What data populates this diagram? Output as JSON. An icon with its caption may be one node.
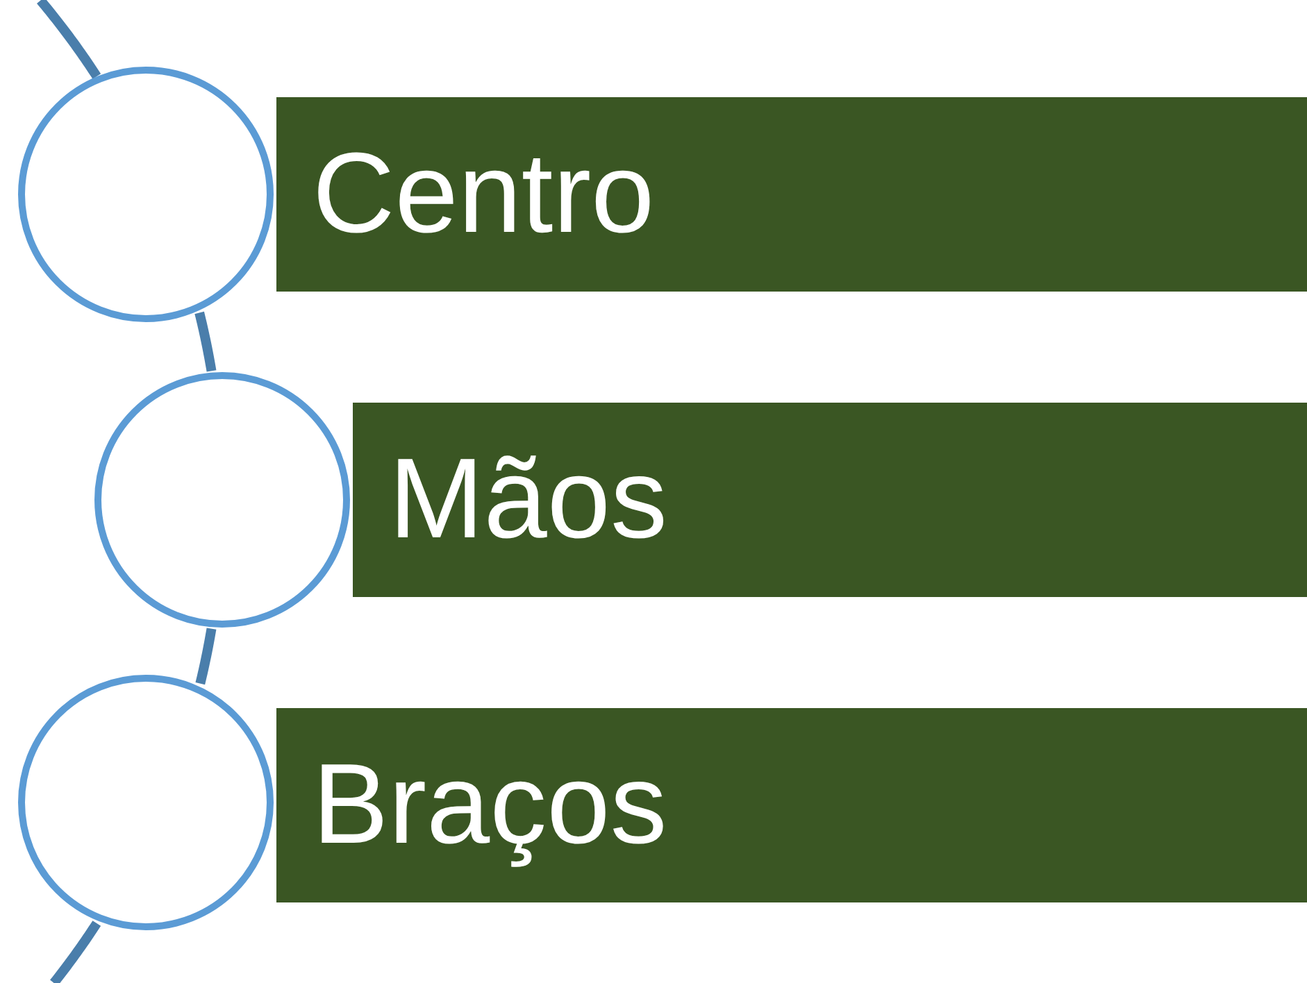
{
  "diagram": {
    "nodes": [
      {
        "text": [],
        "shape": "circle"
      },
      {
        "text": [
          "Centro"
        ]
      },
      {
        "text": [],
        "shape": "circle"
      },
      {
        "text": [
          "Mãos"
        ]
      },
      {
        "text": [],
        "shape": "circle"
      },
      {
        "text": [
          "Braços"
        ]
      }
    ],
    "edges": [
      {
        "from": 0,
        "to": 2,
        "arrow": "none"
      },
      {
        "from": 2,
        "to": 4,
        "arrow": "none"
      }
    ]
  }
}
